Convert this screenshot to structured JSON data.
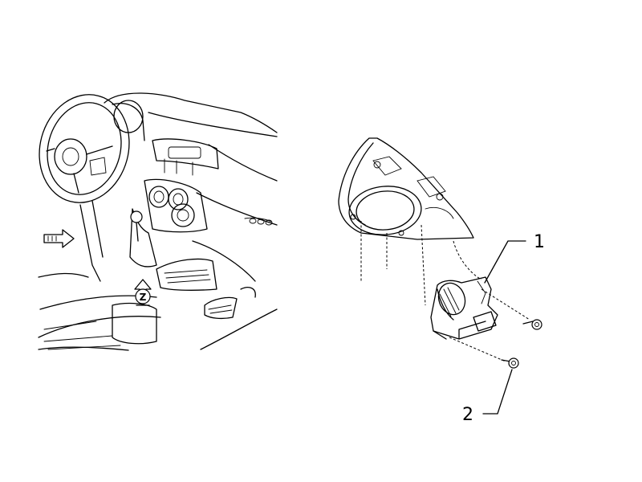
{
  "callouts": [
    {
      "label": "1",
      "part": "switch-module"
    },
    {
      "label": "2",
      "part": "screw"
    }
  ],
  "icons": [
    "arrow-icon",
    "location-marker-icon"
  ],
  "marker_letter": "Z"
}
